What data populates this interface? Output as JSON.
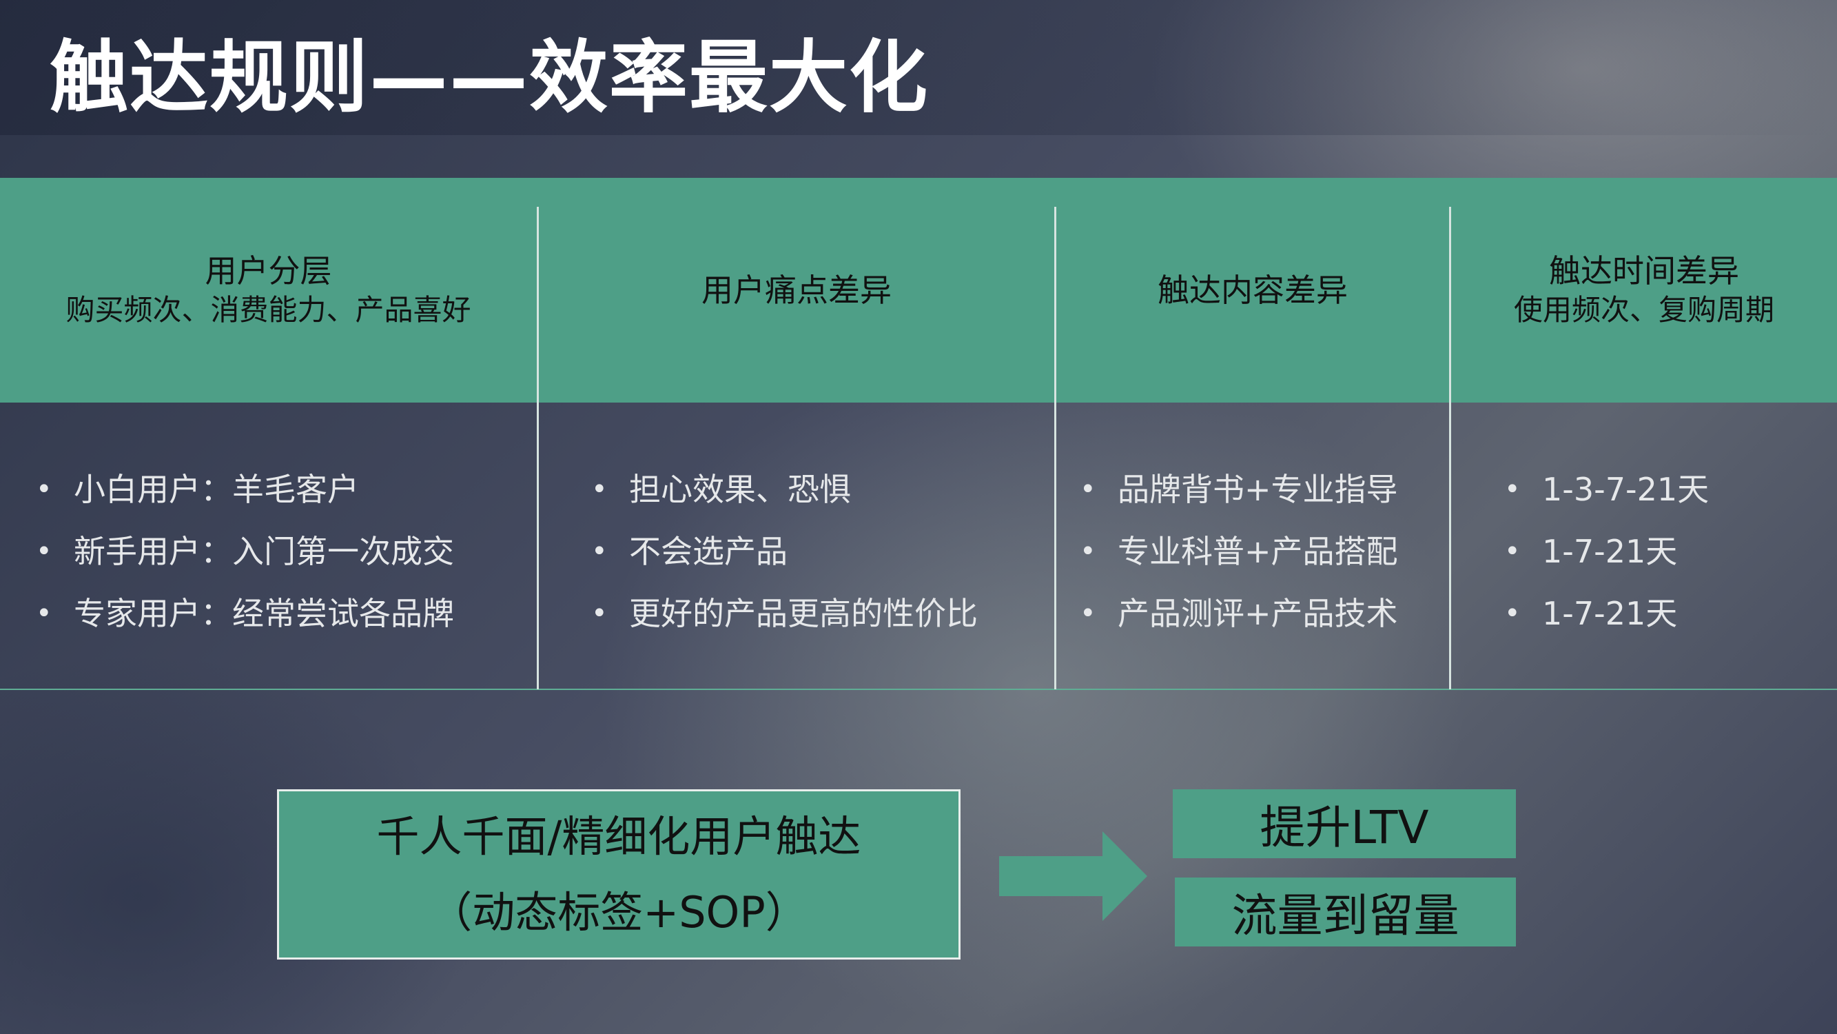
{
  "slide": {
    "title": "触达规则——效率最大化"
  },
  "table": {
    "columns": [
      {
        "header": "用户分层",
        "subheader": "购买频次、消费能力、产品喜好",
        "items": [
          "小白用户：羊毛客户",
          "新手用户：入门第一次成交",
          "专家用户：经常尝试各品牌"
        ]
      },
      {
        "header": "用户痛点差异",
        "subheader": "",
        "items": [
          "担心效果、恐惧",
          "不会选产品",
          "更好的产品更高的性价比"
        ]
      },
      {
        "header": "触达内容差异",
        "subheader": "",
        "items": [
          "品牌背书+专业指导",
          "专业科普+产品搭配",
          "产品测评+产品技术"
        ]
      },
      {
        "header": "触达时间差异",
        "subheader": "使用频次、复购周期",
        "items": [
          "1-3-7-21天",
          "1-7-21天",
          "1-7-21天"
        ]
      }
    ],
    "bullet_glyph": "•"
  },
  "summary": {
    "main_line1": "千人千面/精细化用户触达",
    "main_line2": "（动态标签+SOP）",
    "result1": "提升LTV",
    "result2": "流量到留量"
  },
  "colors": {
    "accent_green": "#4e9f87",
    "title_text": "#ffffff",
    "body_text": "#e6e8ea"
  }
}
